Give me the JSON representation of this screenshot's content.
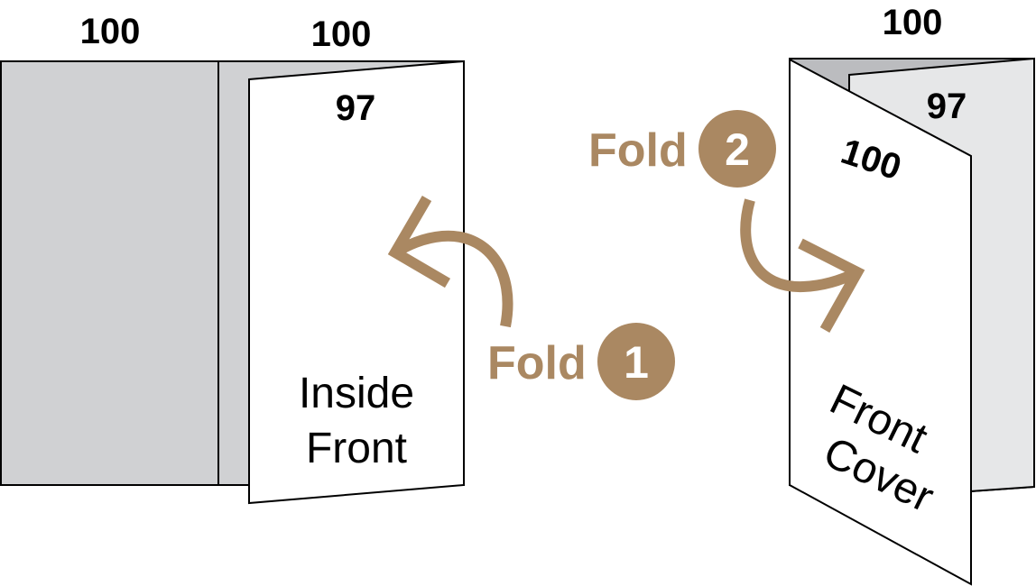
{
  "colors": {
    "accent": "#AA8862",
    "panel_gray": "#D0D1D3",
    "panel_light_gray": "#E6E7E8",
    "panel_mid_gray": "#BBBCBF",
    "panel_white": "#FFFFFF",
    "stroke": "#000000"
  },
  "step1": {
    "top_labels": [
      "100",
      "100"
    ],
    "flap_label": "97",
    "flap_text_line1": "Inside",
    "flap_text_line2": "Front",
    "fold_label": "Fold",
    "fold_number": "1",
    "arrow_icon": "curved-arrow-left"
  },
  "step2": {
    "top_label": "100",
    "inner_label": "97",
    "cover_label": "100",
    "cover_text_line1": "Front",
    "cover_text_line2": "Cover",
    "fold_label": "Fold",
    "fold_number": "2",
    "arrow_icon": "curved-arrow-right"
  }
}
